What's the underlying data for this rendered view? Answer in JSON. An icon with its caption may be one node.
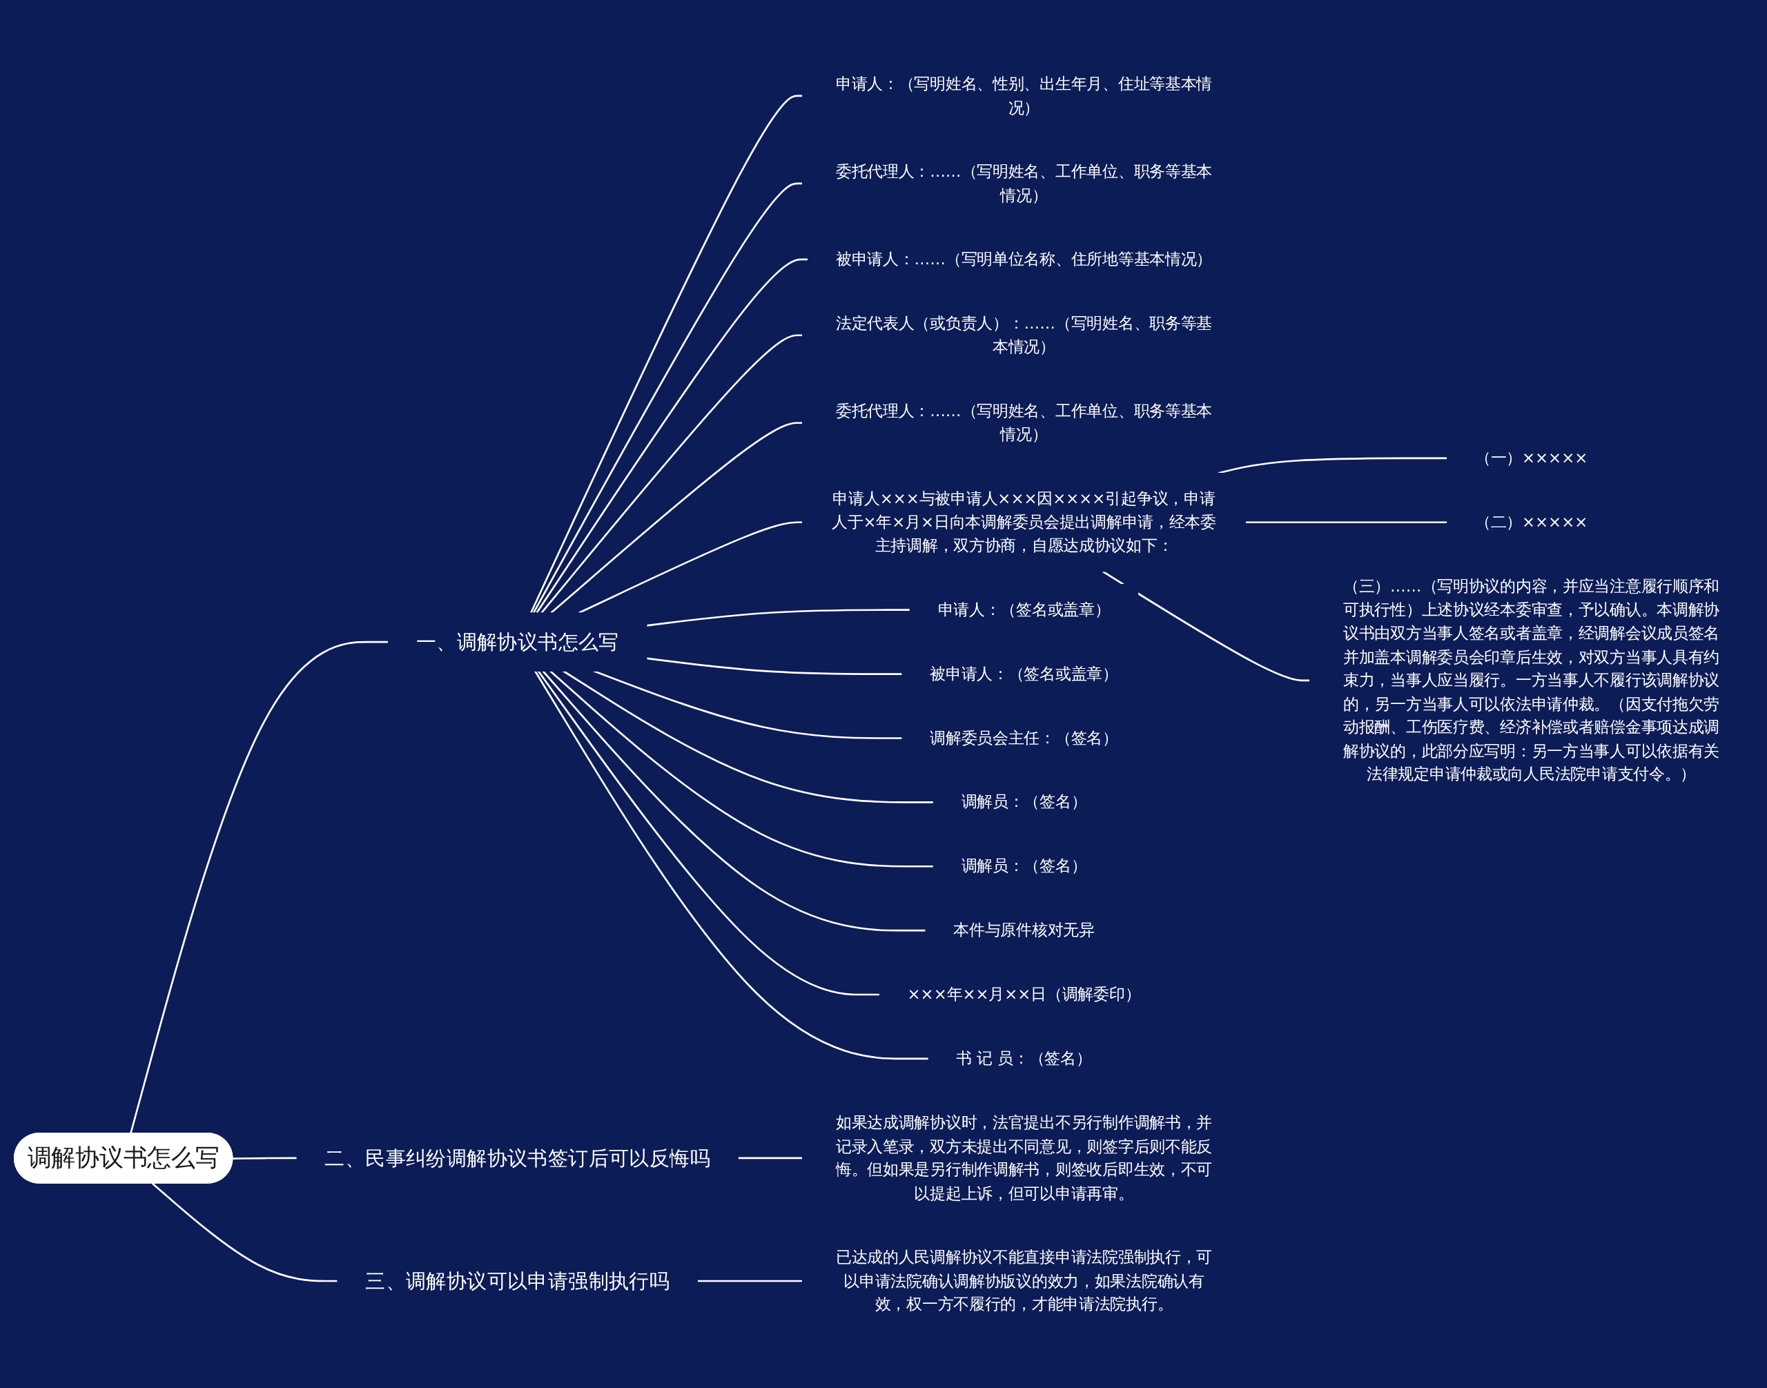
{
  "diagram": {
    "nodes": [
      {
        "text": [
          "调解协议书怎么写"
        ]
      },
      {
        "text": [
          "一、调解协议书怎么写"
        ]
      },
      {
        "text": [
          "申请人：（写明姓名、性别、出生年月、住址等基本情况）"
        ]
      },
      {
        "text": [
          "委托代理人：……（写明姓名、工作单位、职务等基本情况）"
        ]
      },
      {
        "text": [
          "被申请人：……（写明单位名称、住所地等基本情况）"
        ]
      },
      {
        "text": [
          "法定代表人（或负责人）：……（写明姓名、职务等基本情况）"
        ]
      },
      {
        "text": [
          "委托代理人：……（写明姓名、工作单位、职务等基本情况）"
        ]
      },
      {
        "text": [
          "申请人×××与被申请人×××因××××引起争议，申请人于×年×月×日向本调解委员会提出调解申请，经本委主持调解，双方协商，自愿达成协议如下："
        ]
      },
      {
        "text": [
          "（一）×××××"
        ]
      },
      {
        "text": [
          "（二）×××××"
        ]
      },
      {
        "text": [
          "（三）……（写明协议的内容，并应当注意履行顺序和可执行性）上述协议经本委审查，予以确认。本调解协议书由双方当事人签名或者盖章，经调解会议成员签名并加盖本调解委员会印章后生效，对双方当事人具有约束力，当事人应当履行。一方当事人不履行该调解协议的，另一方当事人可以依法申请仲裁。（因支付拖欠劳动报酬、工伤医疗费、经济补偿或者赔偿金事项达成调解协议的，此部分应写明：另一方当事人可以依据有关法律规定申请仲裁或向人民法院申请支付令。）"
        ]
      },
      {
        "text": [
          "申请人：（签名或盖章）"
        ]
      },
      {
        "text": [
          "被申请人：（签名或盖章）"
        ]
      },
      {
        "text": [
          "调解委员会主任：（签名）"
        ]
      },
      {
        "text": [
          "调解员：（签名）"
        ]
      },
      {
        "text": [
          "调解员：（签名）"
        ]
      },
      {
        "text": [
          "本件与原件核对无异"
        ]
      },
      {
        "text": [
          "×××年××月××日（调解委印）"
        ]
      },
      {
        "text": [
          "书 记 员：（签名）"
        ]
      },
      {
        "text": [
          "二、民事纠纷调解协议书签订后可以反悔吗"
        ]
      },
      {
        "text": [
          "如果达成调解协议时，法官提出不另行制作调解书，并记录入笔录，双方未提出不同意见，则签字后则不能反悔。但如果是另行制作调解书，则签收后即生效，不可以提起上诉，但可以申请再审。"
        ]
      },
      {
        "text": [
          "三、调解协议可以申请强制执行吗"
        ]
      },
      {
        "text": [
          "已达成的人民调解协议不能直接申请法院强制执行，可以申请法院确认调解协版议的效力，如果法院确认有效，权一方不履行的，才能申请法院执行。"
        ]
      }
    ],
    "edges": [
      {
        "from": 0,
        "to": 1,
        "arrow": "none"
      },
      {
        "from": 1,
        "to": 2,
        "arrow": "none"
      },
      {
        "from": 1,
        "to": 3,
        "arrow": "none"
      },
      {
        "from": 1,
        "to": 4,
        "arrow": "none"
      },
      {
        "from": 1,
        "to": 5,
        "arrow": "none"
      },
      {
        "from": 1,
        "to": 6,
        "arrow": "none"
      },
      {
        "from": 1,
        "to": 7,
        "arrow": "none"
      },
      {
        "from": 7,
        "to": 8,
        "arrow": "none"
      },
      {
        "from": 7,
        "to": 9,
        "arrow": "none"
      },
      {
        "from": 7,
        "to": 10,
        "arrow": "none"
      },
      {
        "from": 1,
        "to": 11,
        "arrow": "none"
      },
      {
        "from": 1,
        "to": 12,
        "arrow": "none"
      },
      {
        "from": 1,
        "to": 13,
        "arrow": "none"
      },
      {
        "from": 1,
        "to": 14,
        "arrow": "none"
      },
      {
        "from": 1,
        "to": 15,
        "arrow": "none"
      },
      {
        "from": 1,
        "to": 16,
        "arrow": "none"
      },
      {
        "from": 1,
        "to": 17,
        "arrow": "none"
      },
      {
        "from": 1,
        "to": 18,
        "arrow": "none"
      },
      {
        "from": 0,
        "to": 19,
        "arrow": "none"
      },
      {
        "from": 19,
        "to": 20,
        "arrow": "none"
      },
      {
        "from": 0,
        "to": 21,
        "arrow": "none"
      },
      {
        "from": 21,
        "to": 22,
        "arrow": "none"
      }
    ]
  }
}
